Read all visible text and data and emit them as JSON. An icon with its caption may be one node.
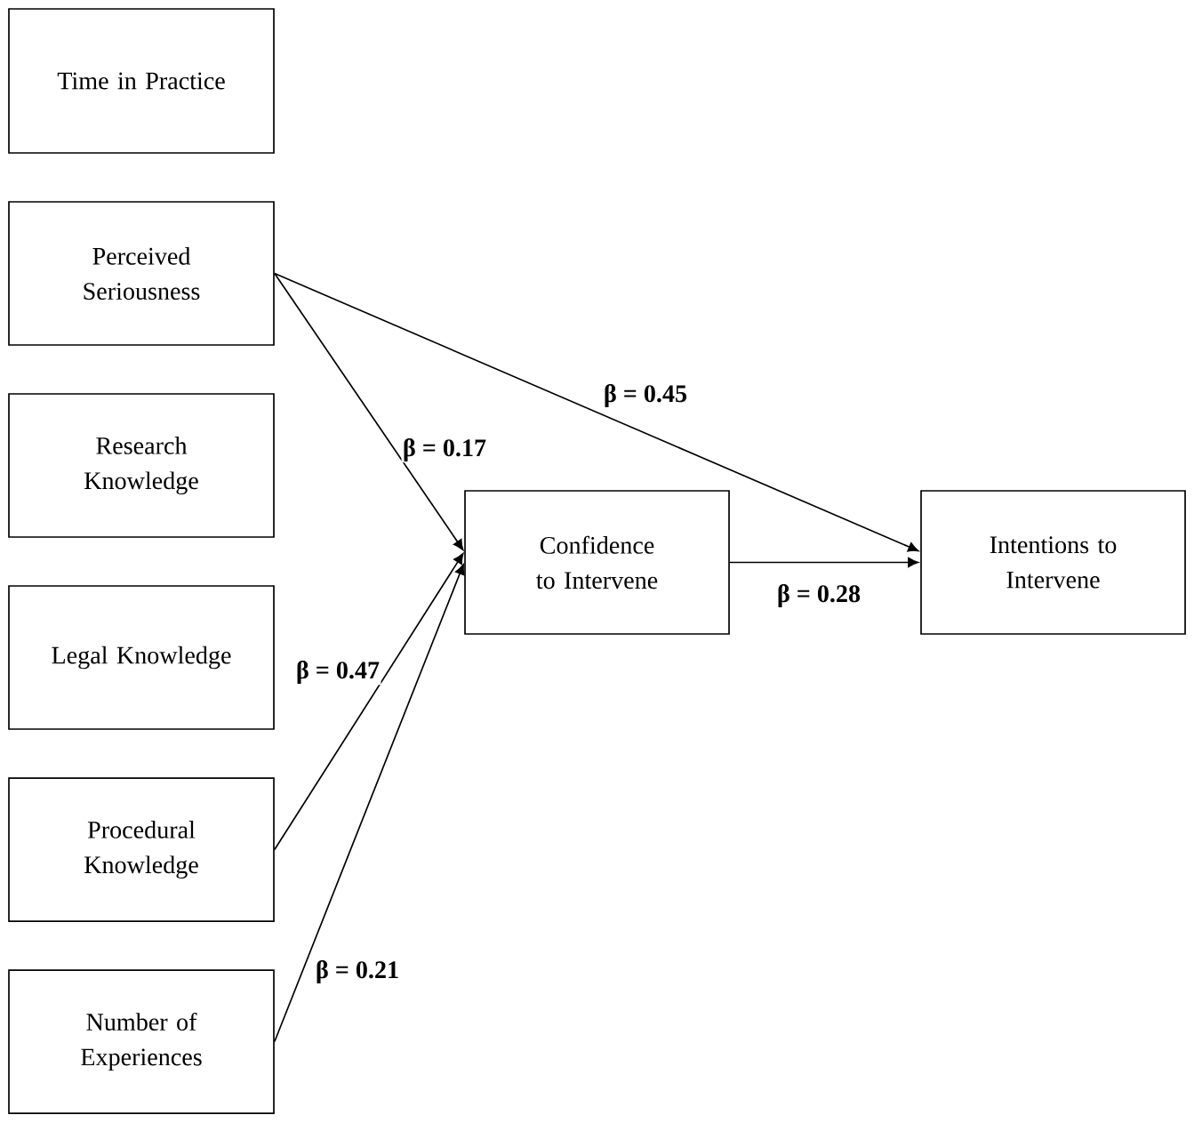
{
  "diagram": {
    "nodes": [
      {
        "text": [
          "Time in Practice"
        ]
      },
      {
        "text": [
          "Perceived Seriousness"
        ]
      },
      {
        "text": [
          "Research Knowledge"
        ]
      },
      {
        "text": [
          "Legal Knowledge"
        ]
      },
      {
        "text": [
          "Procedural Knowledge"
        ]
      },
      {
        "text": [
          "Number of Experiences"
        ]
      },
      {
        "text": [
          "Confidence to Intervene"
        ]
      },
      {
        "text": [
          "Intentions to Intervene"
        ]
      }
    ],
    "edges": [
      {
        "from": 1,
        "to": 6,
        "arrow": "to",
        "label": "β = 0.17"
      },
      {
        "from": 1,
        "to": 7,
        "arrow": "to",
        "label": "β = 0.45"
      },
      {
        "from": 4,
        "to": 6,
        "arrow": "to",
        "label": "β = 0.47"
      },
      {
        "from": 5,
        "to": 6,
        "arrow": "to",
        "label": "β = 0.21"
      },
      {
        "from": 6,
        "to": 7,
        "arrow": "to",
        "label": "β = 0.28"
      }
    ]
  }
}
